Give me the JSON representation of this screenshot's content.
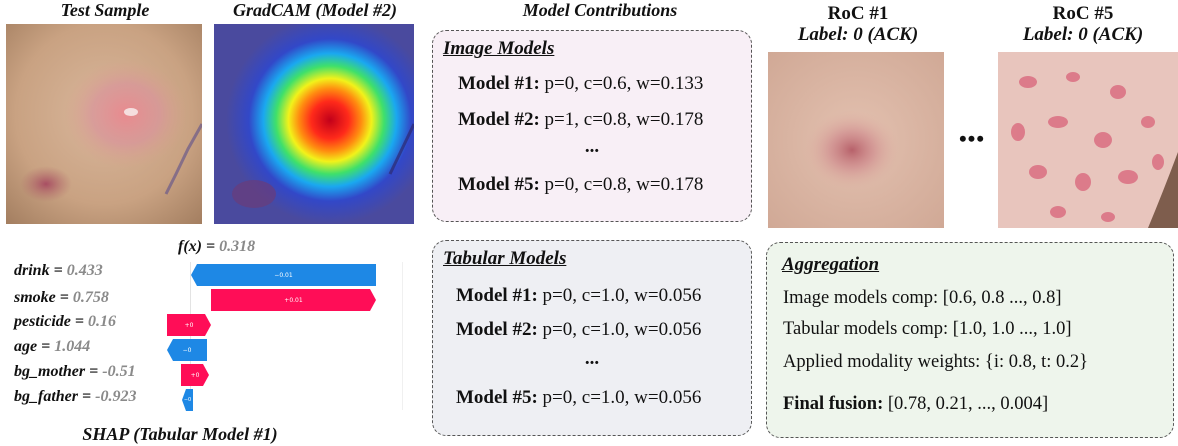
{
  "panels": {
    "test_sample_title": "Test Sample",
    "gradcam_title": "GradCAM (Model #2)",
    "contrib_title": "Model Contributions",
    "roc1_title": "RoC #1",
    "roc1_label": "Label: 0 (ACK)",
    "roc5_title": "RoC #5",
    "roc5_label": "Label: 0 (ACK)",
    "roc_ellipsis": "•••"
  },
  "image_models": {
    "heading": "Image Models",
    "rows": [
      {
        "name": "Model #1:",
        "values": "p=0, c=0.6, w=0.133"
      },
      {
        "name": "Model #2:",
        "values": "p=1, c=0.8, w=0.178"
      },
      {
        "name": "Model #5:",
        "values": "p=0, c=0.8, w=0.178"
      }
    ],
    "ellipsis": "..."
  },
  "tabular_models": {
    "heading": "Tabular Models",
    "rows": [
      {
        "name": "Model #1:",
        "values": "p=0, c=1.0, w=0.056"
      },
      {
        "name": "Model #2:",
        "values": "p=0, c=1.0, w=0.056"
      },
      {
        "name": "Model #5:",
        "values": "p=0, c=1.0, w=0.056"
      }
    ],
    "ellipsis": "..."
  },
  "aggregation": {
    "heading": "Aggregation",
    "image_comp": "Image models comp:   [0.6, 0.8 ..., 0.8]",
    "tabular_comp": "Tabular models comp: [1.0, 1.0 ..., 1.0]",
    "weights": "Applied modality weights: {i: 0.8,  t: 0.2}",
    "final_label": "Final fusion:",
    "final_value": " [0.78, 0.21, ..., 0.004]"
  },
  "shap": {
    "fx_label": "f(x) = ",
    "fx_value": "0.318",
    "caption": "SHAP (Tabular Model #1)",
    "features": [
      {
        "name": "drink = ",
        "value": "0.433",
        "bar_text": "−0.01",
        "sign": "neg"
      },
      {
        "name": "smoke = ",
        "value": "0.758",
        "bar_text": "+0.01",
        "sign": "pos"
      },
      {
        "name": "pesticide = ",
        "value": "0.16",
        "bar_text": "+0",
        "sign": "pos"
      },
      {
        "name": "age = ",
        "value": "1.044",
        "bar_text": "−0",
        "sign": "neg"
      },
      {
        "name": "bg_mother = ",
        "value": "-0.51",
        "bar_text": "+0",
        "sign": "pos"
      },
      {
        "name": "bg_father = ",
        "value": "-0.923",
        "bar_text": "−0",
        "sign": "neg"
      }
    ],
    "colors": {
      "negative": "#1e88e5",
      "positive": "#ff0d57"
    }
  }
}
